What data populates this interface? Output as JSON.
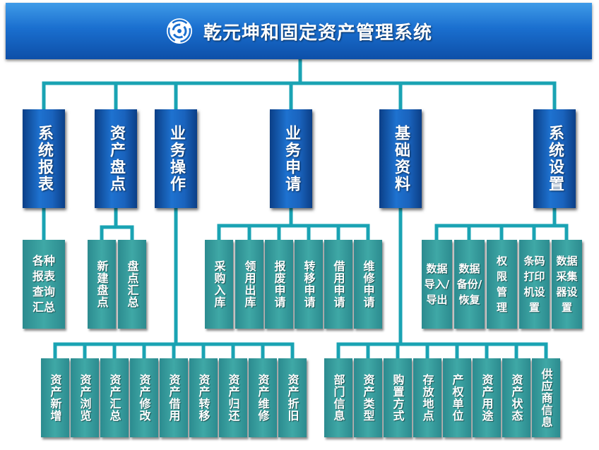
{
  "header": {
    "title": "乾元坤和固定资产管理系统",
    "logo_icon": "swirl-logo-icon"
  },
  "colors": {
    "header": "#1a6fcf",
    "category": "#1a63bd",
    "leaf": "#3fa8a6",
    "line": "#1aa3b3"
  },
  "categories": [
    {
      "id": "xitong-baobiao",
      "label": "系统报表"
    },
    {
      "id": "zichan-pandian",
      "label": "资产盘点"
    },
    {
      "id": "yewu-caozuo",
      "label": "业务操作"
    },
    {
      "id": "yewu-shenqing",
      "label": "业务申请"
    },
    {
      "id": "jichu-ziliao",
      "label": "基础资料"
    },
    {
      "id": "xitong-shezhi",
      "label": "系统设置"
    }
  ],
  "leaves": {
    "xitong-baobiao": [
      "各种报表查询汇总"
    ],
    "zichan-pandian": [
      "新建盘点",
      "盘点汇总"
    ],
    "yewu-caozuo": [
      "资产新增",
      "资产浏览",
      "资产汇总",
      "资产修改",
      "资产借用",
      "资产转移",
      "资产归还",
      "资产维修",
      "资产折旧"
    ],
    "yewu-shenqing": [
      "采购入库",
      "领用出库",
      "报废申请",
      "转移申请",
      "借用申请",
      "维修申请"
    ],
    "jichu-ziliao": [
      "部门信息",
      "资产类型",
      "购置方式",
      "存放地点",
      "产权单位",
      "资产用途",
      "资产状态",
      "供应商信息"
    ],
    "xitong-shezhi": [
      "数据导入/导出",
      "数据备份/恢复",
      "权限管理",
      "条码打印机设置",
      "数据采集器设置"
    ]
  }
}
